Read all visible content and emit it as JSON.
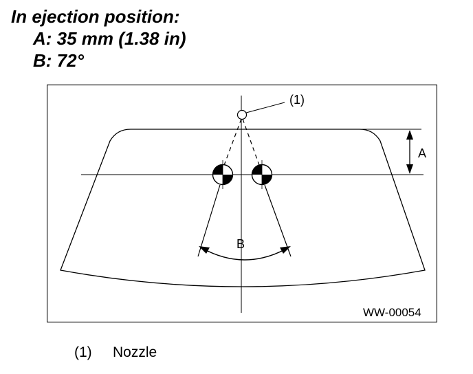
{
  "heading": {
    "line1": "In ejection position:",
    "line2": "A: 35 mm (1.38 in)",
    "line3": "B: 72°"
  },
  "diagram": {
    "callout_label": "(1)",
    "dimension_a_label": "A",
    "angle_b_label": "B",
    "figure_code": "WW-00054"
  },
  "legend": {
    "items": [
      {
        "number": "(1)",
        "text": "Nozzle"
      }
    ]
  },
  "colors": {
    "ink": "#000000",
    "paper": "#ffffff"
  }
}
